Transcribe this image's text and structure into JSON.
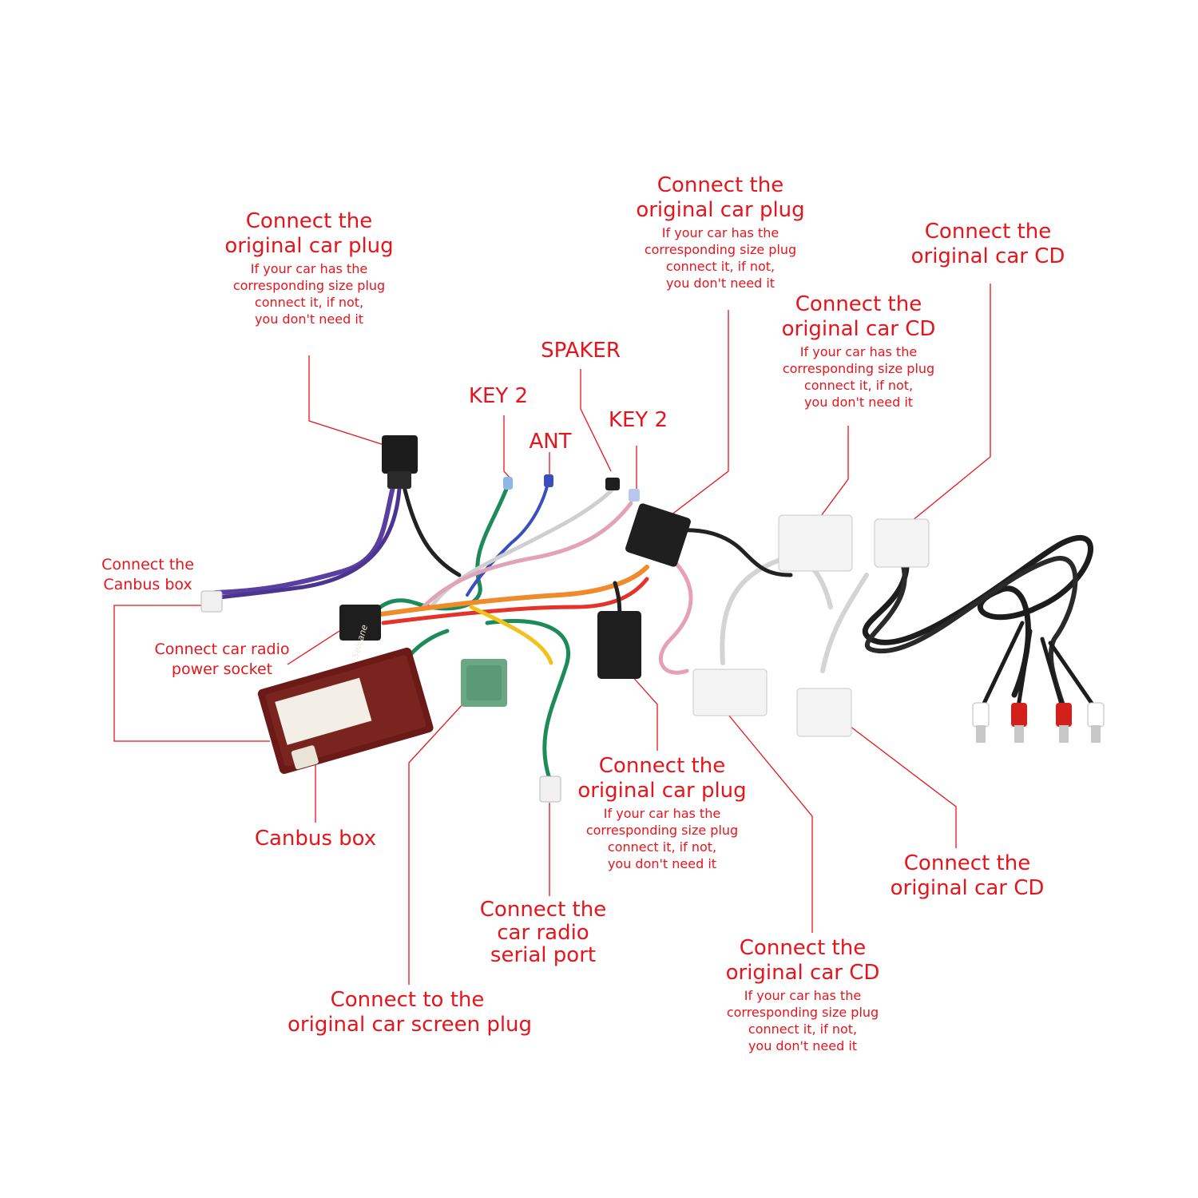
{
  "colors": {
    "label": "#e8141b",
    "leader": "#e8141b"
  },
  "brand_mark": "Seicane",
  "labels": {
    "plug_top_left": {
      "title": [
        "Connect the",
        "original car plug"
      ],
      "note": [
        "If your car has the",
        "corresponding size plug",
        "connect it, if not,",
        "you don't need it"
      ]
    },
    "plug_top_center": {
      "title": [
        "Connect the",
        "original car plug"
      ],
      "note": [
        "If your car has the",
        "corresponding size plug",
        "connect it, if not,",
        "you don't need it"
      ]
    },
    "cd_top_right": {
      "title": [
        "Connect the",
        "original car CD"
      ]
    },
    "cd_top_mid": {
      "title": [
        "Connect the",
        "original car CD"
      ],
      "note": [
        "If your car has the",
        "corresponding size plug",
        "connect it, if not,",
        "you don't need it"
      ]
    },
    "spaker": "SPAKER",
    "key2_left": "KEY 2",
    "ant": "ANT",
    "key2_right": "KEY 2",
    "canbus_connect": [
      "Connect the",
      "Canbus box"
    ],
    "power_socket": [
      "Connect car radio",
      "power socket"
    ],
    "canbus_box": "Canbus box",
    "plug_bottom_center": {
      "title": [
        "Connect the",
        "original car plug"
      ],
      "note": [
        "If your car has the",
        "corresponding size plug",
        "connect it, if not,",
        "you don't need it"
      ]
    },
    "serial_port": [
      "Connect the",
      "car radio",
      "serial port"
    ],
    "screen_plug": [
      "Connect to the",
      "original car screen plug"
    ],
    "cd_bottom_center": {
      "title": [
        "Connect the",
        "original car CD"
      ],
      "note": [
        "If your car has the",
        "corresponding size plug",
        "connect it, if not,",
        "you don't need it"
      ]
    },
    "cd_bottom_right": {
      "title": [
        "Connect the",
        "original car CD"
      ]
    }
  }
}
